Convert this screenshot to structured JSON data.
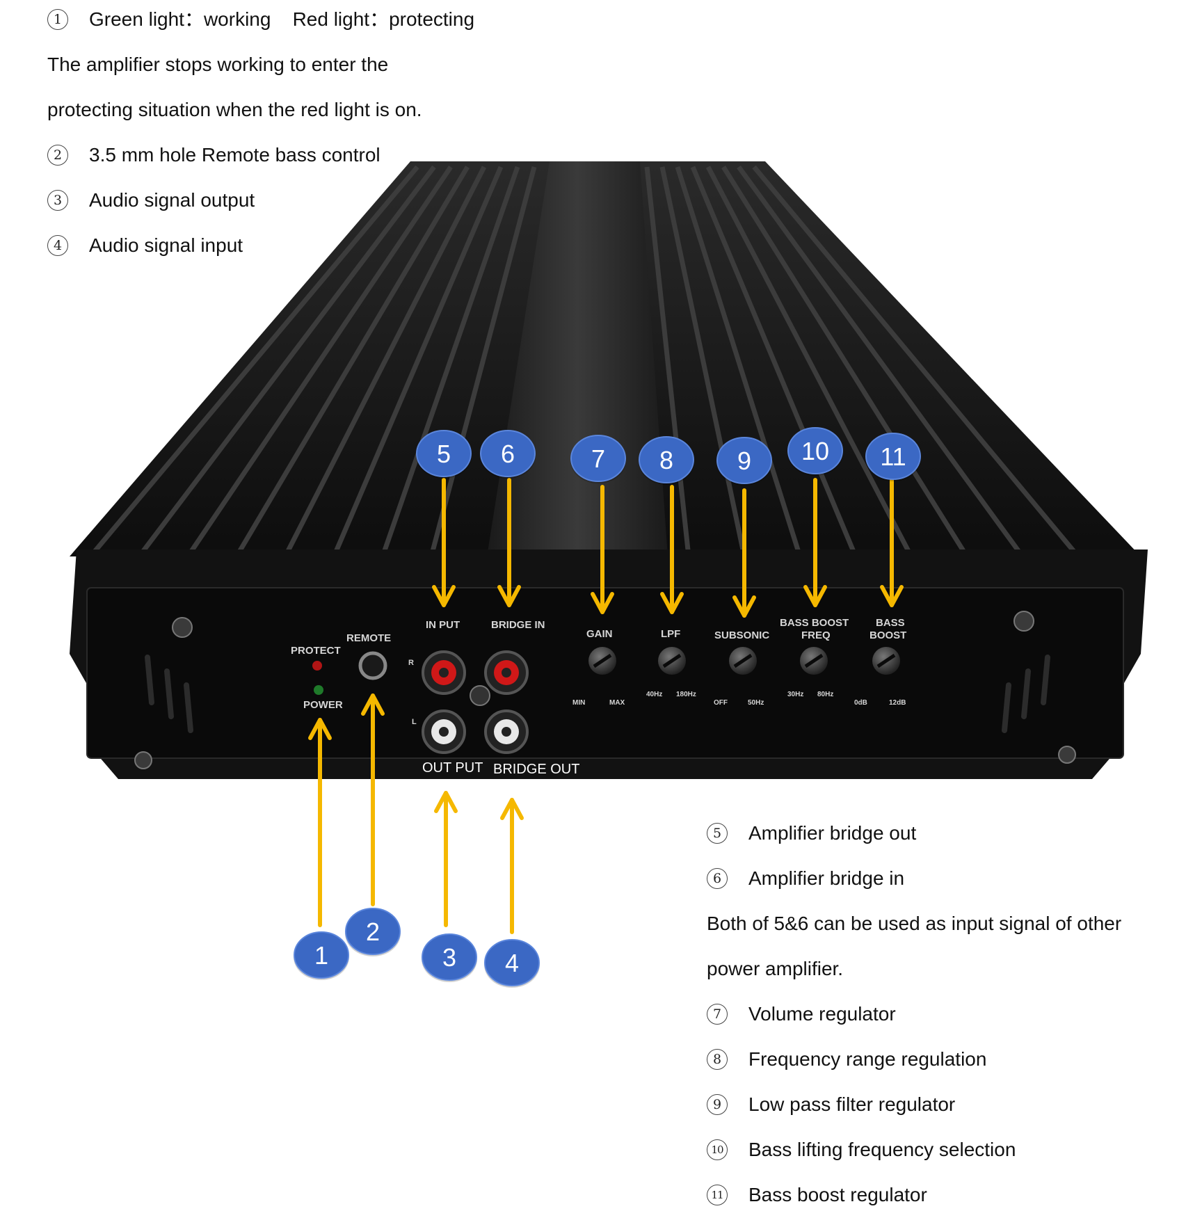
{
  "top_notes": {
    "item1_label": "1",
    "item1_text": "Green light：working    Red light：protecting",
    "line2": "The amplifier stops working to enter the",
    "line3": "protecting situation when the red light is on.",
    "item2_label": "2",
    "item2_text": "3.5 mm hole Remote bass control",
    "item3_label": "3",
    "item3_text": "Audio signal output",
    "item4_label": "4",
    "item4_text": "Audio signal input"
  },
  "bottom_notes": {
    "item5_label": "5",
    "item5_text": "Amplifier bridge out",
    "item6_label": "6",
    "item6_text": "Amplifier bridge in",
    "para_line1": "Both of 5&6 can be used as input signal of other",
    "para_line2": "power amplifier.",
    "item7_label": "7",
    "item7_text": "Volume regulator",
    "item8_label": "8",
    "item8_text": "Frequency range regulation",
    "item9_label": "9",
    "item9_text": "Low pass filter regulator",
    "item10_label": "10",
    "item10_text": "Bass lifting frequency selection",
    "item11_label": "11",
    "item11_text": "Bass boost regulator"
  },
  "callouts": [
    "1",
    "2",
    "3",
    "4",
    "5",
    "6",
    "7",
    "8",
    "9",
    "10",
    "11"
  ],
  "panel_labels": {
    "protect": "PROTECT",
    "power": "POWER",
    "remote": "REMOTE",
    "input": "IN PUT",
    "bridge_in": "BRIDGE IN",
    "gain": "GAIN",
    "lpf": "LPF",
    "subsonic": "SUBSONIC",
    "bass_boost_freq_1": "BASS BOOST",
    "bass_boost_freq_2": "FREQ",
    "bass_boost_1": "BASS",
    "bass_boost_2": "BOOST",
    "min": "MIN",
    "max": "MAX",
    "f40": "40Hz",
    "f180": "180Hz",
    "off": "OFF",
    "f50": "50Hz",
    "f30": "30Hz",
    "f80": "80Hz",
    "db0": "0dB",
    "db12": "12dB",
    "r": "R",
    "l": "L"
  },
  "output_labels": {
    "output": "OUT PUT",
    "bridge_out": "BRIDGE OUT"
  },
  "colors": {
    "arrow": "#f5b800",
    "callout_fill": "#3b68c4",
    "body": "#141414",
    "rca_red": "#d01818"
  }
}
